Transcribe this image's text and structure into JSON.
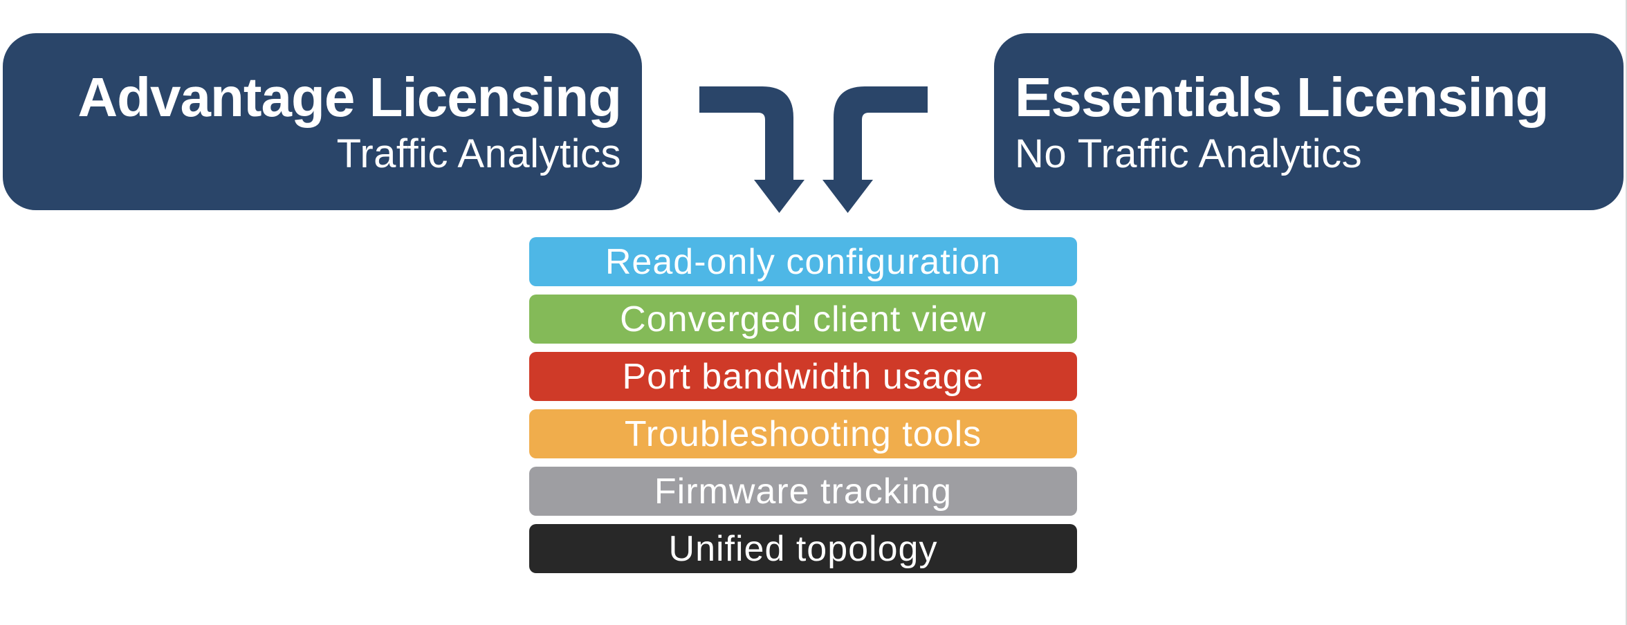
{
  "diagram": {
    "left_box": {
      "title": "Advantage Licensing",
      "subtitle": "Traffic Analytics"
    },
    "right_box": {
      "title": "Essentials Licensing",
      "subtitle": "No Traffic Analytics"
    },
    "features": [
      {
        "label": "Read-only configuration",
        "color": "#4eb7e6"
      },
      {
        "label": "Converged client view",
        "color": "#84ba58"
      },
      {
        "label": "Port bandwidth usage",
        "color": "#cf3a28"
      },
      {
        "label": "Troubleshooting tools",
        "color": "#f0ad4c"
      },
      {
        "label": "Firmware tracking",
        "color": "#9e9ea2"
      },
      {
        "label": "Unified topology",
        "color": "#282828"
      }
    ],
    "colors": {
      "navy": "#2a4569",
      "text_on_dark": "#ffffff",
      "background": "#ffffff"
    }
  }
}
